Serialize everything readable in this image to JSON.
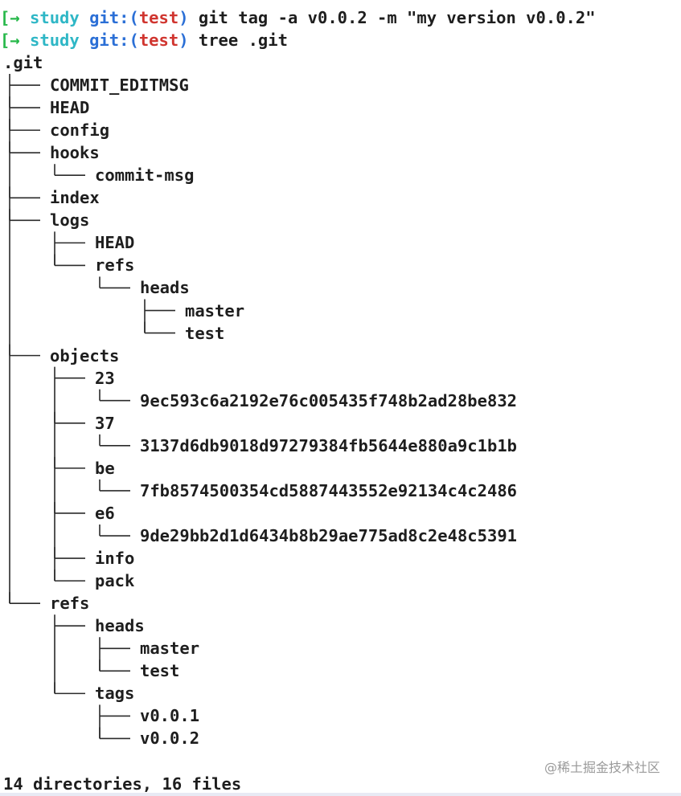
{
  "prompts": [
    {
      "arrow": "[→",
      "dir": "study",
      "git_label": "git:(",
      "branch": "test",
      "git_close": ")",
      "command": "git tag -a v0.0.2 -m \"my version v0.0.2\""
    },
    {
      "arrow": "[→",
      "dir": "study",
      "git_label": "git:(",
      "branch": "test",
      "git_close": ")",
      "command": "tree .git"
    }
  ],
  "tree": {
    "root": ".git",
    "nodes": [
      {
        "depth": 0,
        "label": "COMMIT_EDITMSG"
      },
      {
        "depth": 0,
        "label": "HEAD"
      },
      {
        "depth": 0,
        "label": "config"
      },
      {
        "depth": 0,
        "label": "hooks"
      },
      {
        "depth": 1,
        "label": "commit-msg"
      },
      {
        "depth": 0,
        "label": "index"
      },
      {
        "depth": 0,
        "label": "logs"
      },
      {
        "depth": 1,
        "label": "HEAD"
      },
      {
        "depth": 1,
        "label": "refs"
      },
      {
        "depth": 2,
        "label": "heads"
      },
      {
        "depth": 3,
        "label": "master"
      },
      {
        "depth": 3,
        "label": "test"
      },
      {
        "depth": 0,
        "label": "objects"
      },
      {
        "depth": 1,
        "label": "23"
      },
      {
        "depth": 2,
        "label": "9ec593c6a2192e76c005435f748b2ad28be832"
      },
      {
        "depth": 1,
        "label": "37"
      },
      {
        "depth": 2,
        "label": "3137d6db9018d97279384fb5644e880a9c1b1b"
      },
      {
        "depth": 1,
        "label": "be"
      },
      {
        "depth": 2,
        "label": "7fb8574500354cd5887443552e92134c4c2486"
      },
      {
        "depth": 1,
        "label": "e6"
      },
      {
        "depth": 2,
        "label": "9de29bb2d1d6434b8b29ae775ad8c2e48c5391"
      },
      {
        "depth": 1,
        "label": "info"
      },
      {
        "depth": 1,
        "label": "pack"
      },
      {
        "depth": 0,
        "label": "refs"
      },
      {
        "depth": 1,
        "label": "heads"
      },
      {
        "depth": 2,
        "label": "master"
      },
      {
        "depth": 2,
        "label": "test"
      },
      {
        "depth": 1,
        "label": "tags"
      },
      {
        "depth": 2,
        "label": "v0.0.1"
      },
      {
        "depth": 2,
        "label": "v0.0.2"
      }
    ]
  },
  "summary": "14 directories, 16 files",
  "watermark": "@稀土掘金技术社区",
  "colors": {
    "arrow": "#27b84a",
    "dir": "#2fb7c6",
    "git": "#2b6fd6",
    "branch": "#d0352f",
    "text": "#1e1e1e",
    "tree_line": "#2a2a2a"
  }
}
